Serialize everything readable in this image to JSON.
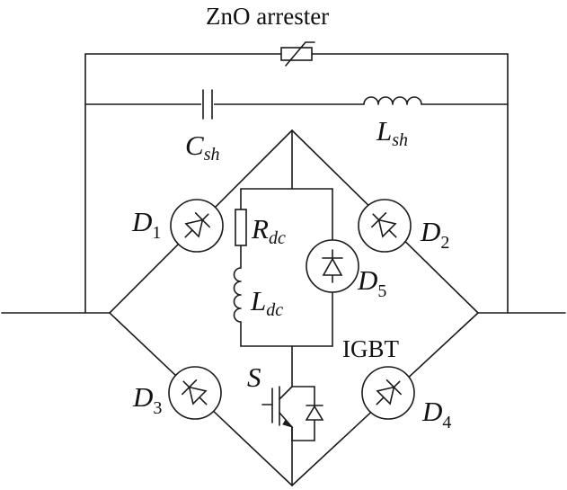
{
  "labels": {
    "arrester": "ZnO arrester",
    "csh_main": "C",
    "csh_sub": "sh",
    "lsh_main": "L",
    "lsh_sub": "sh",
    "d1_main": "D",
    "d1_sub": "1",
    "d2_main": "D",
    "d2_sub": "2",
    "d3_main": "D",
    "d3_sub": "3",
    "d4_main": "D",
    "d4_sub": "4",
    "d5_main": "D",
    "d5_sub": "5",
    "rdc_main": "R",
    "rdc_sub": "dc",
    "ldc_main": "L",
    "ldc_sub": "dc",
    "igbt": "IGBT",
    "s_label": "S"
  },
  "colors": {
    "line": "#1a1a1a",
    "background": "#ffffff"
  }
}
